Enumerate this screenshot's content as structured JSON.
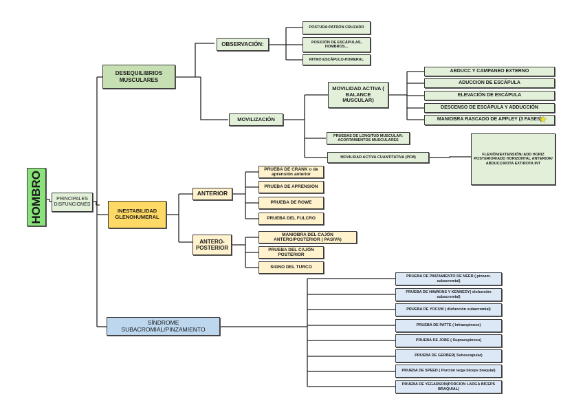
{
  "root": {
    "label": "HOMBRO",
    "color": "#8ae37a"
  },
  "subtitle": {
    "label": "PRINCIPALES DISFUNCIONES"
  },
  "branches": {
    "desequilibrios": {
      "label": "DESEQUILIBRIOS MUSCULARES",
      "observacion": {
        "label": "OBSERVACIÓN:",
        "items": [
          "POSTURA:PATRÓN CRUZADO",
          "POSICIÓN DE ESCÁPULAS, HOMBROS...",
          "RITMO ESCÁPULO-HUMERAL"
        ]
      },
      "movilizacion": {
        "label": "MOVILIZACIÓN",
        "movilidad_activa": {
          "label": "MOVILIDAD ACTIVA ( BALANCE MUSCULAR)",
          "items": [
            "ABDUCC Y CAMPANEO EXTERNO",
            "ADUCCION DE ESCÁPULA",
            "ELEVACIÓN DE ESCÁPULA",
            "DESCENSO DE ESCÁPULA Y ADDUCCIÓN",
            "MANIOBRA RASCADO DE APPLEY (3 FASES)"
          ]
        },
        "pruebas_longitud": "PRUEBAS DE LONGITUD MUSCULAR: ACORTAMIENTOS MUSCULARES",
        "movilidad_cuantitativa": {
          "label": "MOVILIDAD ACTIVA CUANTITATIVA (PFM)",
          "detail": "FLEXIÓN/EXTENSIÓN/ ADD HORIZ POSTERIOR/ADD HORIZONTAL ANTERIOR/ ABDUCC/ROTA EXT/ROTA INT"
        }
      }
    },
    "inestabilidad": {
      "label": "INESTABILIDAD GLENOHUMERAL",
      "anterior": {
        "label": "ANTERIOR",
        "items": [
          "PRUEBA DE CRANK o de aprensión anterior",
          "PRUEBA DE APRENSIÓN",
          "PRUEBA DE ROWE",
          "PRUEBA DEL FULCRO"
        ]
      },
      "antero_posterior": {
        "label": "ANTERO-POSTERIOR",
        "items": [
          "MANIOBRA DEL CAJÓN ANTERO/POSTERIOR ( PASIVA)",
          "PRUEBA DEL CAJÓN POSTERIOR",
          "SIGNO DEL TURCO"
        ]
      }
    },
    "sindrome": {
      "label": "SÍNDROME SUBACROMIAL/PINZAMIENTO",
      "items": [
        "PRUEBA DE PINZAMIENTO DE NEER ( pinzam. subacromial)",
        "PRUEBA DE HAWKINS Y KENNEDY( disfunción subacromial)",
        "PRUEBA DE YOCUM ( disfunción subacromial)",
        "PRUEBA DE PATTE ( Infraespinoso)",
        "PRUEBA DE JOBE ( Supraespinoso)",
        "PRUEBA DE GERBER( Subescapular)",
        "PRUEBA DE SPEED ( Porción larga bíceps braquial)",
        "PRUEBA DE YEGARSON(PORCION LARGA BÍCEPS BRAQUIAL)"
      ]
    }
  }
}
